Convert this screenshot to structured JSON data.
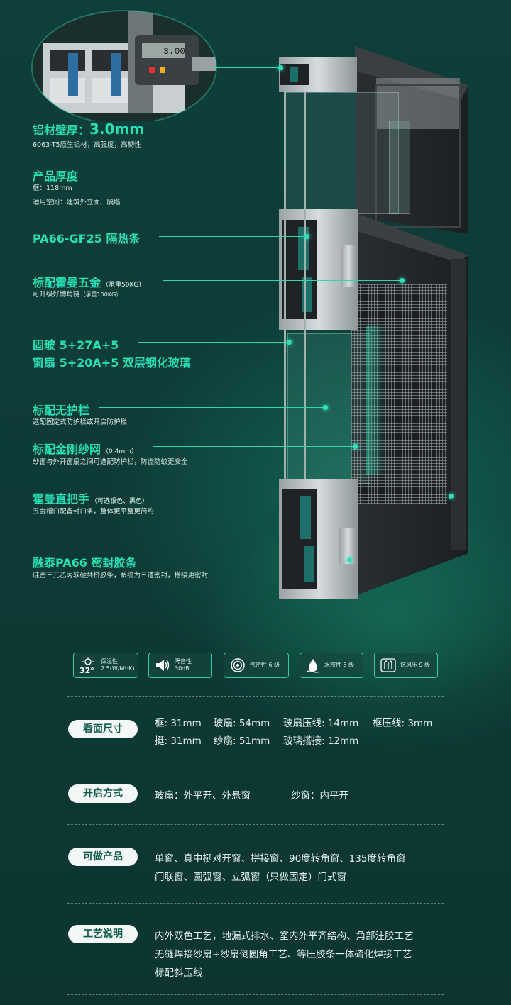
{
  "features": {
    "wall": {
      "title_prefix": "铝材壁厚：",
      "title_value": "3.0mm",
      "sub": "6063-T5原生铝材，高强度，高韧性"
    },
    "thickness": {
      "title": "产品厚度",
      "sub1": "框：118mm",
      "sub2": "适用空间：建筑外立面、隔墙"
    },
    "strip": {
      "title": "PA66-GF25 隔热条"
    },
    "hardware": {
      "title": "标配霍曼五金",
      "title_small": "（承重50KG）",
      "sub": "可升级好博角链",
      "sub_small": "（承重100KG）"
    },
    "glass": {
      "title1": "固玻 5+27A+5",
      "title2": "窗扇 5+20A+5 双层钢化玻璃"
    },
    "rail": {
      "title": "标配无护栏",
      "sub": "选配固定式防护栏或开启防护栏"
    },
    "screen": {
      "title": "标配金刚纱网",
      "title_small": "（0.4mm）",
      "sub": "纱窗与外开窗扇之间可选配防护栏，防盗防蚊更安全"
    },
    "handle": {
      "title": "霍曼直把手",
      "title_small": "（可选银色、黑色）",
      "sub": "五金槽口配备封口条，整体更平整更简约"
    },
    "seal": {
      "title": "融泰PA66 密封胶条",
      "sub": "硅密三元乙丙软硬共挤胶条，系统为三道密封，搭接更密封"
    }
  },
  "caliper": {
    "reading": "3.00"
  },
  "badges": [
    {
      "icon": "sun-temperature-icon",
      "big": "32°",
      "label": "保温性",
      "sub": "2.5(W/M²·K)"
    },
    {
      "icon": "speaker-icon",
      "label": "隔音性",
      "sub": "30dB"
    },
    {
      "icon": "air-spiral-icon",
      "label": "气密性 6 级"
    },
    {
      "icon": "water-drop-icon",
      "label": "水密性 8 级"
    },
    {
      "icon": "wind-pressure-icon",
      "label": "抗风压 9 级"
    }
  ],
  "specs": {
    "size": {
      "label": "看面尺寸",
      "row1": [
        "框: 31mm",
        "玻扇: 54mm",
        "玻扇压线: 14mm",
        "框压线: 3mm"
      ],
      "row2": [
        "挺: 31mm",
        "纱扇: 51mm",
        "玻璃搭接: 12mm"
      ]
    },
    "open": {
      "label": "开启方式",
      "value1": "玻扇：外平开、外悬窗",
      "value2": "纱窗：内平开"
    },
    "products": {
      "label": "可做产品",
      "line1": "单窗、真中梃对开窗、拼接窗、90度转角窗、135度转角窗",
      "line2": "门联窗、圆弧窗、立弧窗（只做固定）门式窗"
    },
    "process": {
      "label": "工艺说明",
      "line1": "内外双色工艺，地漏式排水、室内外平齐结构、角部注胶工艺",
      "line2": "无缝焊接纱扇+纱扇倒圆角工艺、等压胶条一体硫化焊接工艺",
      "line3": "标配斜压线"
    }
  }
}
